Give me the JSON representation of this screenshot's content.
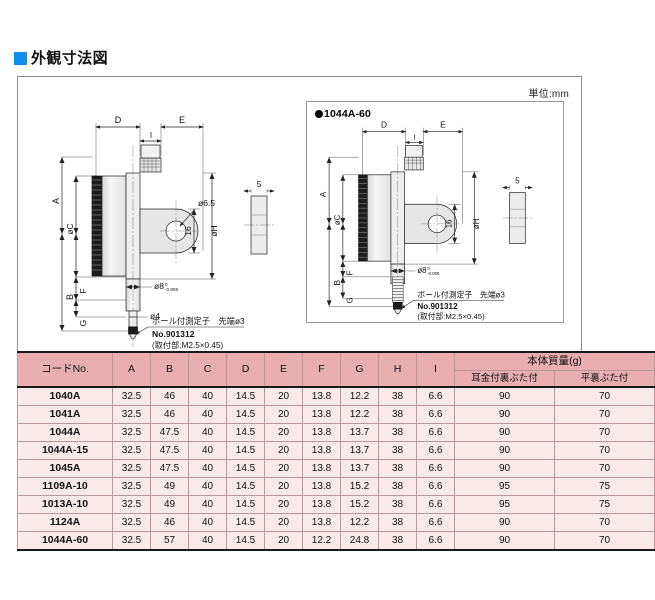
{
  "section": {
    "title": "外観寸法図",
    "accent_color": "#0c8ff0"
  },
  "unit_note": {
    "label": "単位",
    "value": "mm",
    "full": "単位:mm"
  },
  "sub_panel": {
    "title": "1044A-60"
  },
  "drawing_labels": {
    "dim_a": "A",
    "dim_b": "B",
    "dim_c": "øC",
    "dim_d": "D",
    "dim_e": "E",
    "dim_f": "F",
    "dim_g": "G",
    "dim_h": "øH",
    "dim_i": "I",
    "hole_dia": "ø6.5",
    "lug_height": "16",
    "thickness": "5",
    "stem_dia": "ø8",
    "stem_tol_upper": "0",
    "stem_tol_lower": "-0.009",
    "tip_dia": "ø4",
    "contact_point": "ボール付測定子　先端ø3",
    "part_no": "No.901312",
    "thread_note": "(取付部:M2.5×0.45)"
  },
  "table": {
    "headers": {
      "code": "コードNo.",
      "a": "A",
      "b": "B",
      "c": "C",
      "d": "D",
      "e": "E",
      "f": "F",
      "g": "G",
      "h": "H",
      "i": "I",
      "mass_group": "本体質量(g)",
      "mass_lug": "耳金付裏ぶた付",
      "mass_flat": "平裏ぶた付"
    },
    "rows": [
      {
        "code": "1040A",
        "a": "32.5",
        "b": "46",
        "c": "40",
        "d": "14.5",
        "e": "20",
        "f": "13.8",
        "g": "12.2",
        "h": "38",
        "i": "6.6",
        "mass_lug": "90",
        "mass_flat": "70"
      },
      {
        "code": "1041A",
        "a": "32.5",
        "b": "46",
        "c": "40",
        "d": "14.5",
        "e": "20",
        "f": "13.8",
        "g": "12.2",
        "h": "38",
        "i": "6.6",
        "mass_lug": "90",
        "mass_flat": "70"
      },
      {
        "code": "1044A",
        "a": "32.5",
        "b": "47.5",
        "c": "40",
        "d": "14.5",
        "e": "20",
        "f": "13.8",
        "g": "13.7",
        "h": "38",
        "i": "6.6",
        "mass_lug": "90",
        "mass_flat": "70"
      },
      {
        "code": "1044A-15",
        "a": "32.5",
        "b": "47.5",
        "c": "40",
        "d": "14.5",
        "e": "20",
        "f": "13.8",
        "g": "13.7",
        "h": "38",
        "i": "6.6",
        "mass_lug": "90",
        "mass_flat": "70"
      },
      {
        "code": "1045A",
        "a": "32.5",
        "b": "47.5",
        "c": "40",
        "d": "14.5",
        "e": "20",
        "f": "13.8",
        "g": "13.7",
        "h": "38",
        "i": "6.6",
        "mass_lug": "90",
        "mass_flat": "70"
      },
      {
        "code": "1109A-10",
        "a": "32.5",
        "b": "49",
        "c": "40",
        "d": "14.5",
        "e": "20",
        "f": "13.8",
        "g": "15.2",
        "h": "38",
        "i": "6.6",
        "mass_lug": "95",
        "mass_flat": "75"
      },
      {
        "code": "1013A-10",
        "a": "32.5",
        "b": "49",
        "c": "40",
        "d": "14.5",
        "e": "20",
        "f": "13.8",
        "g": "15.2",
        "h": "38",
        "i": "6.6",
        "mass_lug": "95",
        "mass_flat": "75"
      },
      {
        "code": "1124A",
        "a": "32.5",
        "b": "46",
        "c": "40",
        "d": "14.5",
        "e": "20",
        "f": "13.8",
        "g": "12.2",
        "h": "38",
        "i": "6.6",
        "mass_lug": "90",
        "mass_flat": "70"
      },
      {
        "code": "1044A-60",
        "a": "32.5",
        "b": "57",
        "c": "40",
        "d": "14.5",
        "e": "20",
        "f": "12.2",
        "g": "24.8",
        "h": "38",
        "i": "6.6",
        "mass_lug": "90",
        "mass_flat": "70"
      }
    ]
  }
}
